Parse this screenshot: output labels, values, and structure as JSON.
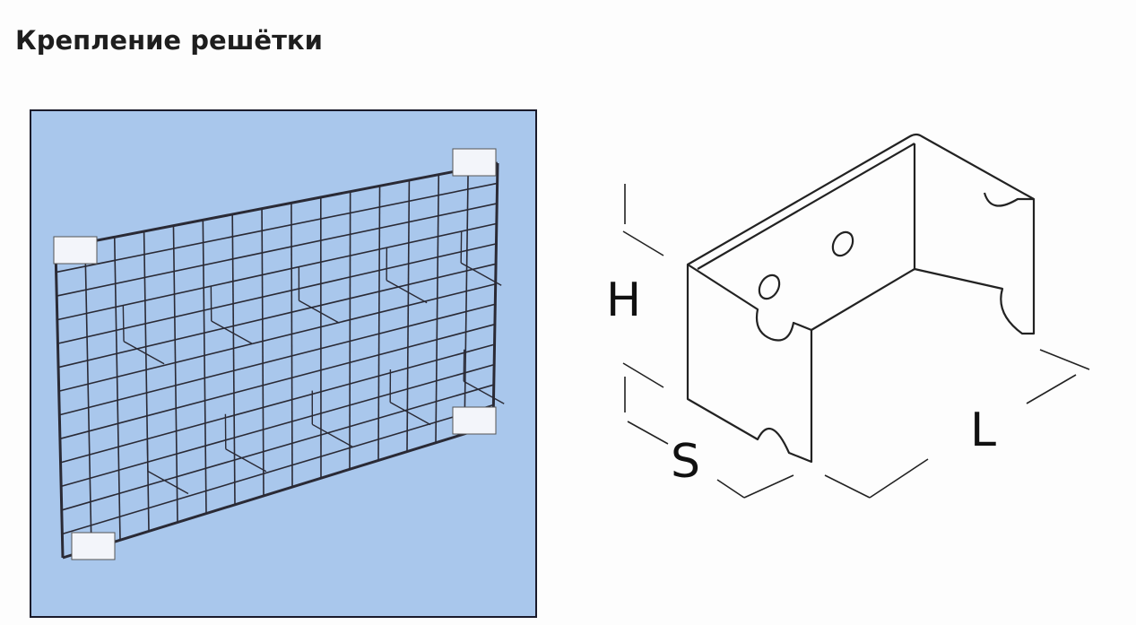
{
  "page": {
    "title": "Крепление решётки"
  },
  "dimensions": {
    "height": "H",
    "depth": "S",
    "length": "L"
  },
  "colors": {
    "panel_bg": "#a9c7ec",
    "line": "#222222"
  }
}
